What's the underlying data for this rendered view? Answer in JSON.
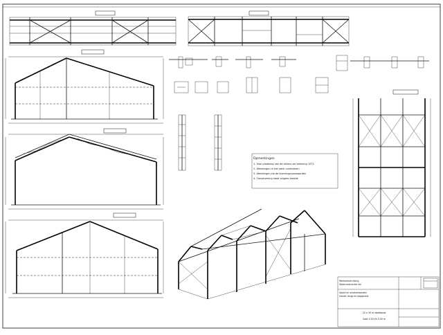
{
  "drawing": {
    "notes": {
      "heading": "Opmerkingen",
      "lines": [
        "1. Voor plaatsing van de ankers zie tekening 1072",
        "2. Afmetingen in het werk controleren",
        "3. Afmetingen zie de leveringsvoorwaarden",
        "4. Conservering staal volgens bestek"
      ]
    },
    "title_block": {
      "rows": [
        "Werkomschrijving",
        "Staalconstructie hal",
        "Spant en windverbanden",
        "Gevels langs en kopgevels",
        "22 x 30 m staalbouw",
        "Goot 4.50 en 5.50 m"
      ]
    }
  },
  "colors": {
    "line": "#111111",
    "paper": "#ffffff"
  }
}
